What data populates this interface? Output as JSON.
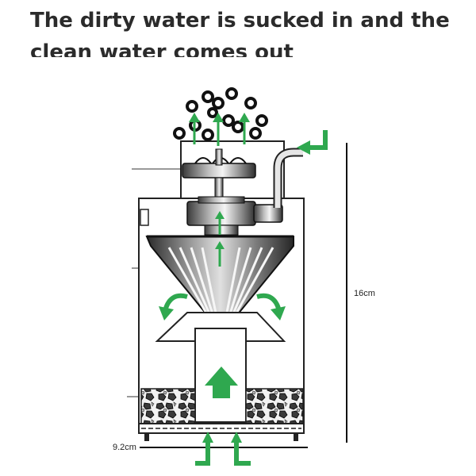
{
  "caption": {
    "line1": "The dirty water is sucked in and the",
    "line2": "clean water comes out"
  },
  "dimensions": {
    "height": "16cm",
    "width": "9.2cm"
  },
  "colors": {
    "arrow": "#2fa84f",
    "outline": "#222222",
    "bubble": "#111111"
  },
  "icons": [
    "up-arrow-icon",
    "curved-arrow-icon",
    "bubble-icon"
  ]
}
